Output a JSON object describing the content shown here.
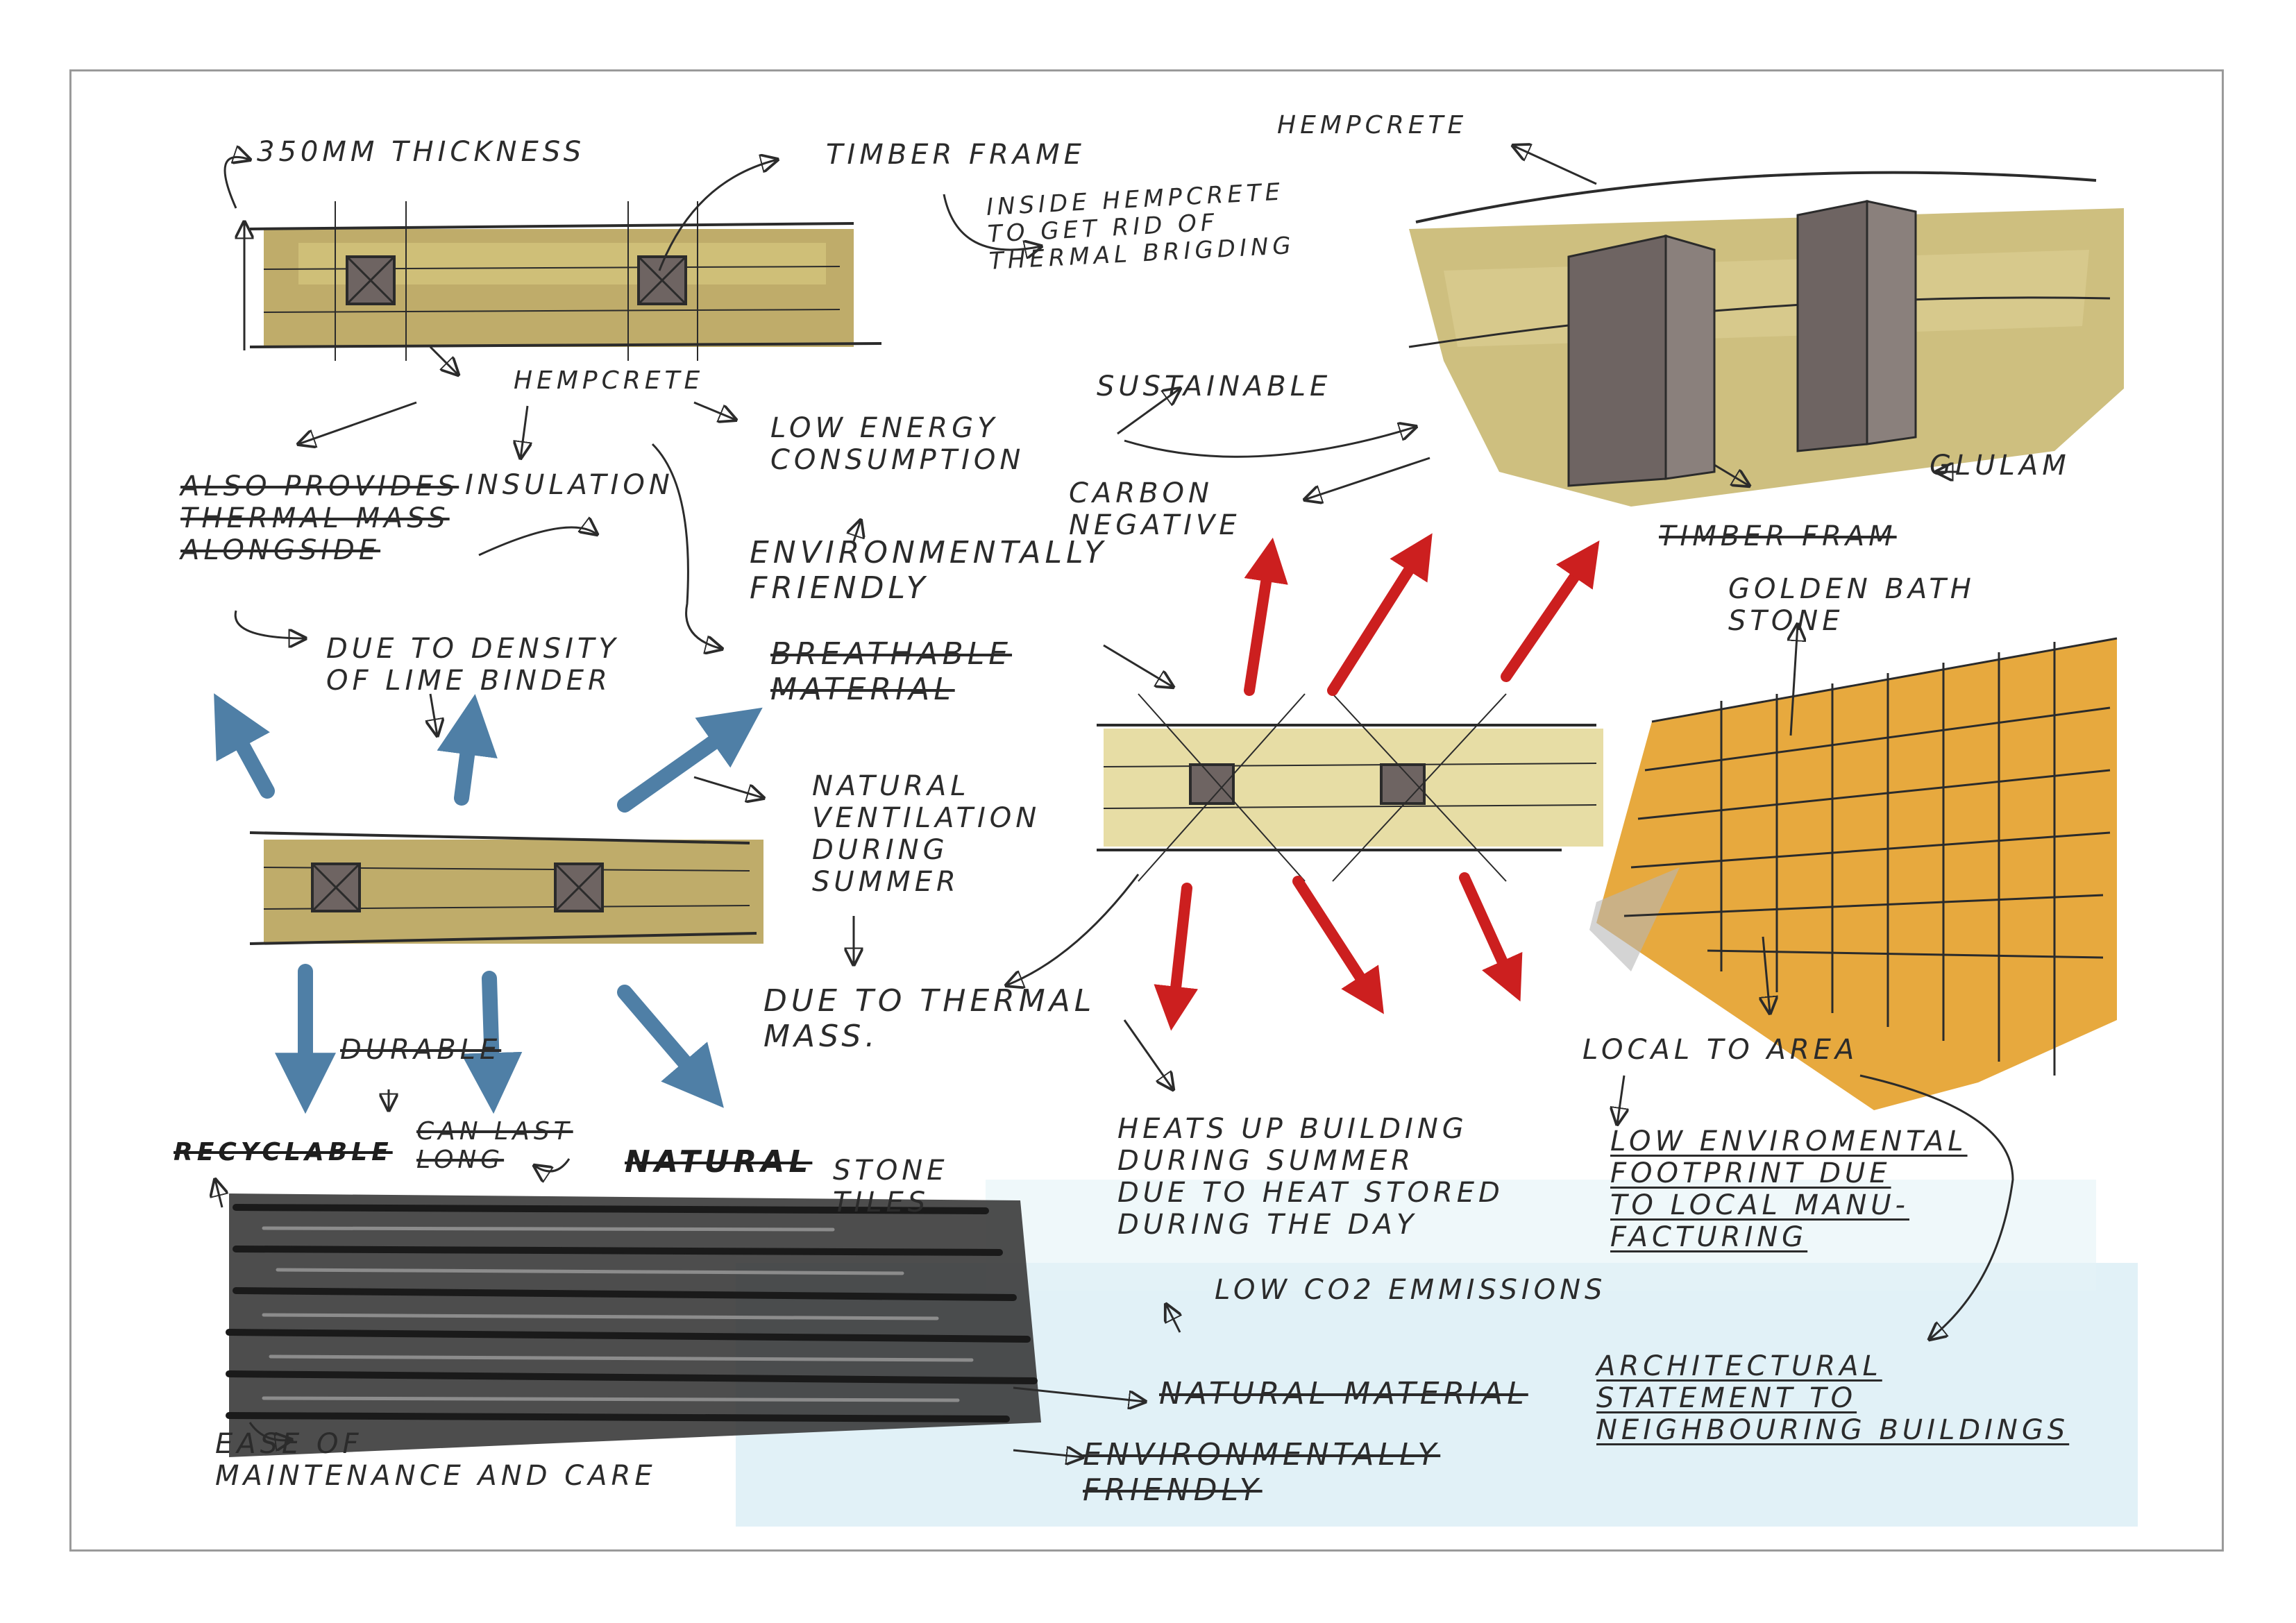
{
  "colors": {
    "hempcrete": "#b8a35a",
    "hempcrete_light": "#e6dba0",
    "timber": "#6e6462",
    "cool_arrow": "#4f7fa6",
    "warm_arrow": "#cc1f1f",
    "stone": "#e39a1c",
    "slate": "#3a3a3a",
    "ink": "#2b2b2b",
    "wash_blue": "#cfe6f1"
  },
  "labels": {
    "thickness": "350mm thickness",
    "timber_frame_top": "timber frame",
    "inside_hempcrete": "inside hempcrete\nto get rid of\nthermal brigding",
    "hempcrete_top": "hempcrete",
    "hempcrete_main": "hempcrete",
    "sustainable": "sustainable",
    "low_energy": "low energy\nconsumption",
    "also_provides": "also provides\nthermal mass\nalongside",
    "insulation": "insulation",
    "carbon_negative": "carbon\nnegative",
    "environmentally_friendly": "environmentally\nfriendly",
    "glulam": "glulam",
    "timber_fram": "timber fram",
    "golden_bath_stone": "golden bath\nstone",
    "due_to_density": "due to density\nof lime binder",
    "breathable": "breathable\nmaterial",
    "natural_ventilation": "natural\nventilation\nduring\nsummer",
    "due_to_thermal_mass": "due to thermal\nmass.",
    "durable": "durable",
    "recyclable": "recyclable",
    "can_last_long": "can last\nlong",
    "natural_stone": "natural",
    "stone_tiles": "stone\ntiles",
    "heats_up": "heats up building\nduring summer\ndue to heat stored\nduring the day",
    "local_to_area": "local to area",
    "low_env_footprint": "low enviromental\nfootprint due\nto local manu-\nfacturing",
    "low_co2": "low co2 emmissions",
    "architectural_statement": "architectural\nstatement to\nneighbouring buildings",
    "natural_material": "natural material",
    "environmentally_friendly_bottom": "environmentally\nfriendly",
    "ease_of_maintenance": "ease of\nmaintenance and care"
  }
}
